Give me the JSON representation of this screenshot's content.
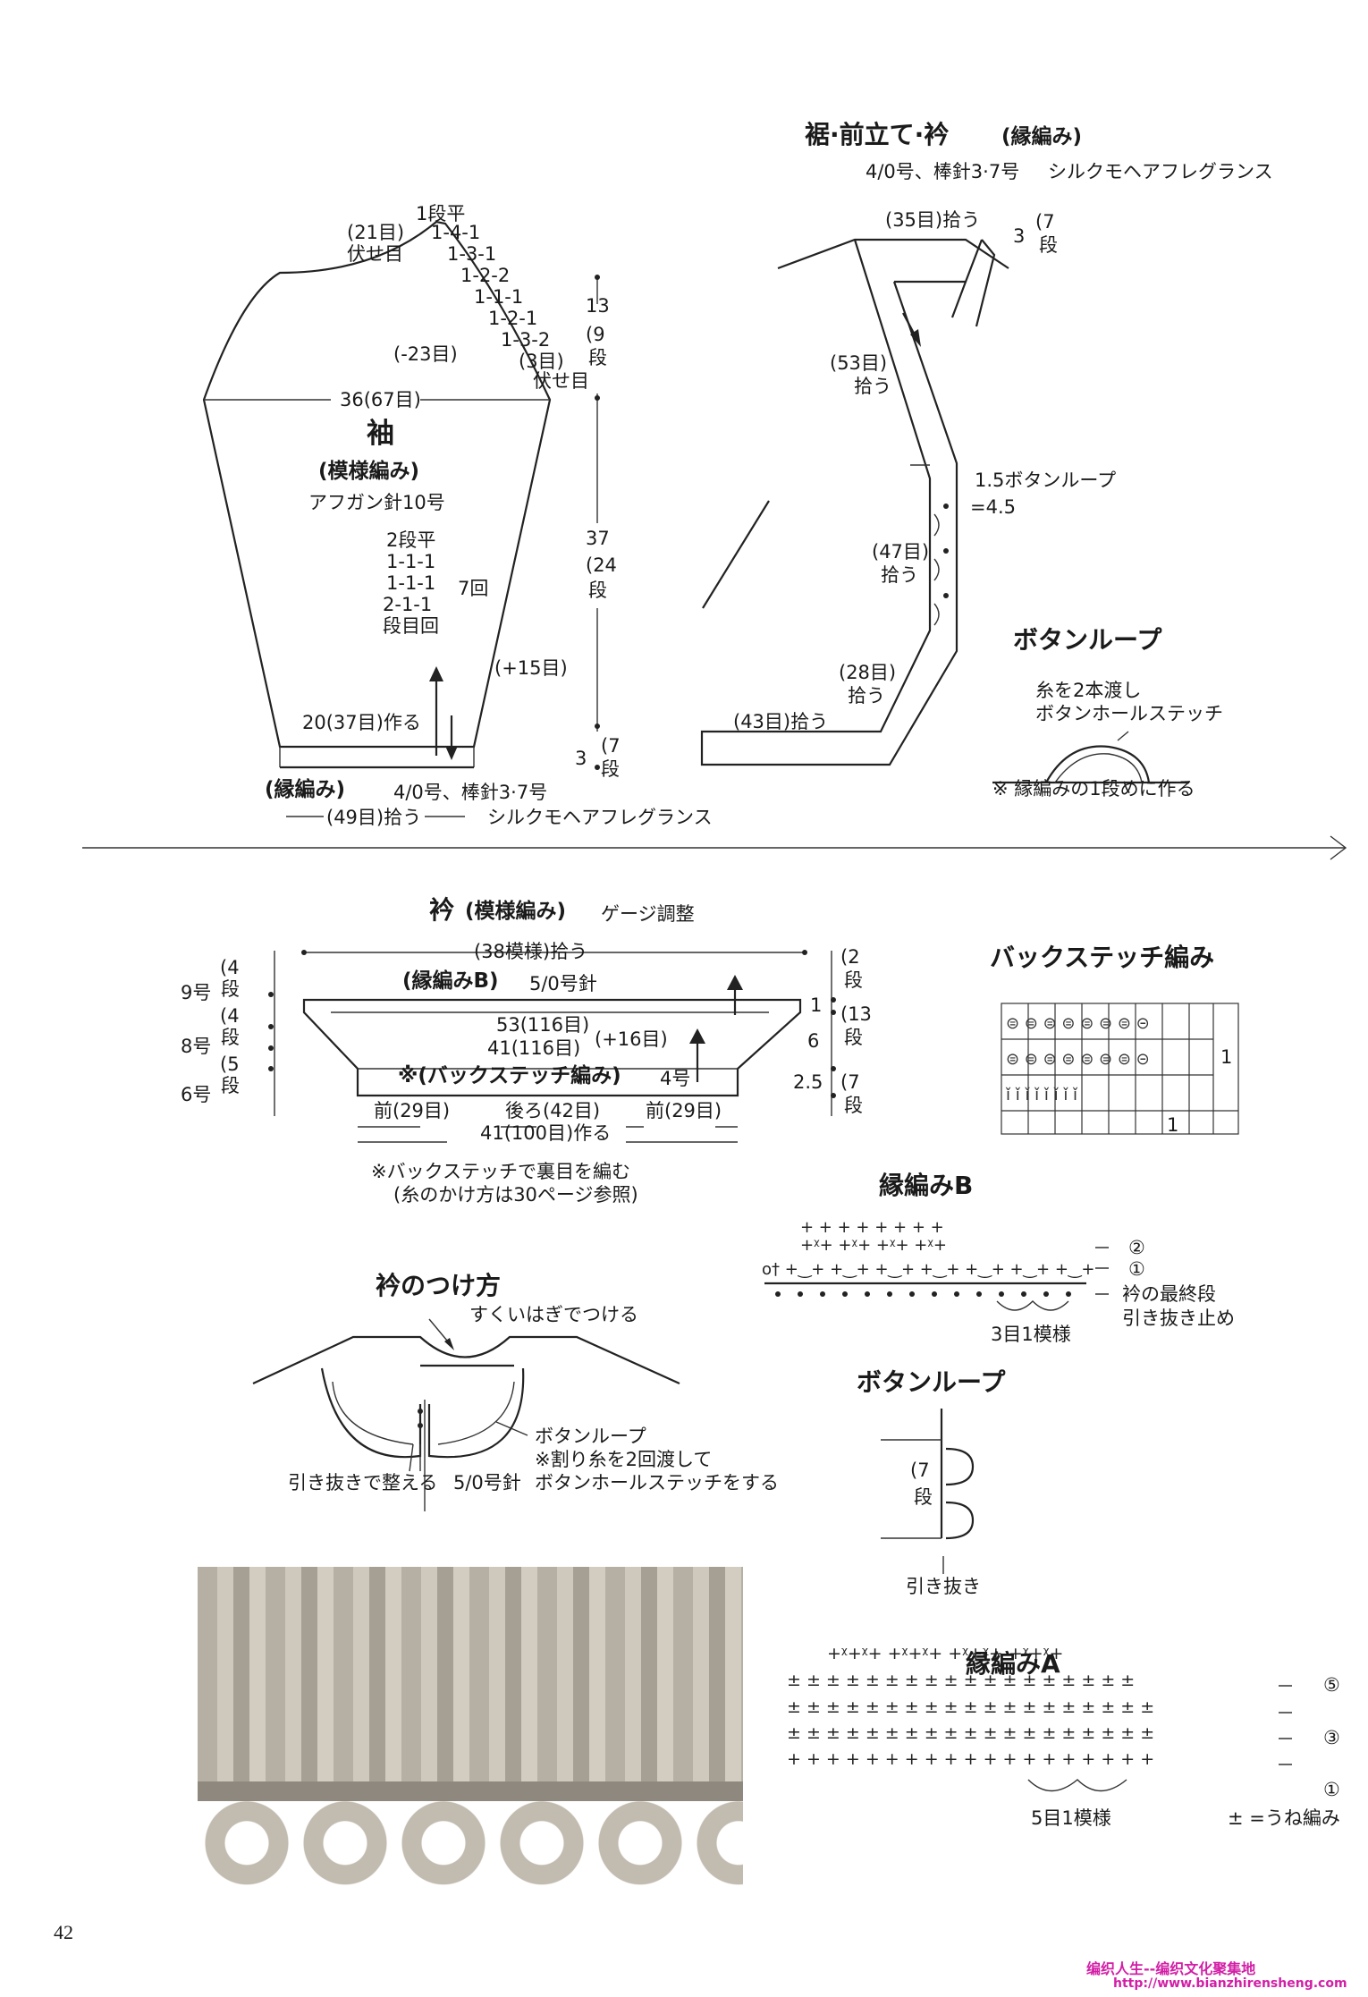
{
  "sleeve": {
    "title": "袖",
    "pattern": "(模様編み)",
    "needle": "アフガン針10号",
    "width": "36(67目)",
    "cap_left": [
      "(21目)",
      "伏せ目"
    ],
    "cap_steps": [
      "1段平",
      "1-4-1",
      "1-3-1",
      "1-2-2",
      "1-1-1",
      "1-2-1",
      "1-3-2",
      "(3目)"
    ],
    "cap_bind": "伏せ目",
    "cap_decrease": "(-23目)",
    "increase_steps": [
      "2段平",
      "1-1-1",
      "1-1-1",
      "2-1-1",
      "段目回"
    ],
    "repeat": "7回",
    "increase_total": "(+15目)",
    "cast_on": "20(37目)作る",
    "dim_top_num": "13",
    "dim_top_rows": [
      "(9",
      "段"
    ],
    "dim_mid_num": "37",
    "dim_mid_rows": [
      "(24",
      "段"
    ],
    "dim_bot_num": "3",
    "dim_bot_rows": [
      "(7",
      "段"
    ],
    "border_title": "(縁編み)",
    "border_needle": "4/0号、棒針3·7号",
    "border_pick": "(49目)拾う",
    "yarn": "シルクモヘアフレグランス"
  },
  "front_band": {
    "title": "裾·前立て·衿",
    "pattern": "(縁編み)",
    "needle": "4/0号、棒針3·7号",
    "yarn": "シルクモヘアフレグランス",
    "pick_35": "(35目)拾う",
    "side_num": "3",
    "side_rows": [
      "(7",
      "段"
    ],
    "pick_53": [
      "(53目)",
      "拾う"
    ],
    "loop_label": "1.5ボタンループ",
    "loop_spacing": "=4.5",
    "pick_47": [
      "(47目)",
      "拾う"
    ],
    "pick_28": [
      "(28目)",
      "拾う"
    ],
    "pick_43": "(43目)拾う"
  },
  "button_loop_box": {
    "title": "ボタンループ",
    "line1": "糸を2本渡し",
    "line2": "ボタンホールステッチ",
    "note": "※ 縁編みの1段めに作る"
  },
  "collar": {
    "title": "衿",
    "pattern": "(模様編み)",
    "gauge": "ゲージ調整",
    "pick_top": "(38模様)拾う",
    "edge_b": "(縁編みB)",
    "edge_b_needle": "5/0号針",
    "w53": "53(116目)",
    "w41": "41(116目)",
    "inc": "(+16目)",
    "back_stitch": "※(バックステッチ編み)",
    "back_stitch_needle": "4号",
    "front_l": "前(29目)",
    "back": "後ろ(42目)",
    "front_r": "前(29目)",
    "cast_on": "41(100目)作る",
    "left_sizes": [
      "9号",
      "8号",
      "6号"
    ],
    "left_rows": [
      "(4",
      "段",
      "(4",
      "段",
      "(5",
      "段"
    ],
    "right_cm": [
      "1",
      "6",
      "2.5"
    ],
    "right_rows": [
      "(2",
      "段",
      "(13",
      "段",
      "(7",
      "段"
    ],
    "note1": "※バックステッチで裏目を編む",
    "note2": "(糸のかけ方は30ページ参照)"
  },
  "back_stitch_chart": {
    "title": "バックステッチ編み",
    "row_label": "1",
    "col_label": "1"
  },
  "edge_b_chart": {
    "title": "縁編みB",
    "row2": "②",
    "row1": "①",
    "note1": "衿の最終段",
    "note2": "引き抜き止め",
    "repeat": "3目1模様"
  },
  "collar_attach": {
    "title": "衿のつけ方",
    "label_top": "すくいはぎでつける",
    "label_loop": "ボタンループ",
    "label_loop2": "※割り糸を2回渡して",
    "label_loop3": "ボタンホールステッチをする",
    "label_finish": "引き抜きで整える",
    "label_needle": "5/0号針"
  },
  "button_loop_chart": {
    "title": "ボタンループ",
    "rows": [
      "(7",
      "段"
    ],
    "note": "引き抜き"
  },
  "edge_a_chart": {
    "title": "縁編みA",
    "rows": [
      "⑤",
      "③",
      "①"
    ],
    "repeat": "5目1模様",
    "legend": "± =うね編み"
  },
  "page_number": "42",
  "watermark": {
    "line1": "编织人生--编织文化聚集地",
    "line2": "http://www.bianzhirensheng.com"
  }
}
